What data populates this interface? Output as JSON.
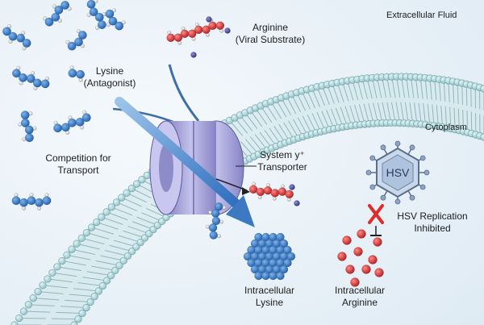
{
  "labels": {
    "extracellular": "Extracellular Fluid",
    "cytoplasm": "Cytoplasm",
    "arginine_line1": "Arginine",
    "arginine_line2": "(Viral Substrate)",
    "lysine_line1": "Lysine",
    "lysine_line2": "(Antagonist)",
    "competition_line1": "Competition for",
    "competition_line2": "Transport",
    "transporter_line1": "System y⁺",
    "transporter_line2": "Transporter",
    "hsv": "HSV",
    "hsv_inhibited_line1": "HSV Replication",
    "hsv_inhibited_line2": "Inhibited",
    "intra_lysine_line1": "Intracellular",
    "intra_lysine_line2": "Lysine",
    "intra_arginine_line1": "Intracellular",
    "intra_arginine_line2": "Arginine"
  },
  "colors": {
    "lysine": "#2a6fc0",
    "arginine": "#d8262a",
    "hydrogen": "#e6e6e6",
    "nitrogen": "#3b3c8c",
    "membrane_head": "#a9d3d8",
    "transporter": "#a9a6d6",
    "arrow": "#4f87c6",
    "inhibit": "#e02b2b"
  },
  "icons": {
    "inhibited_mark": "red-x-icon",
    "virus": "hsv-virus-icon"
  }
}
